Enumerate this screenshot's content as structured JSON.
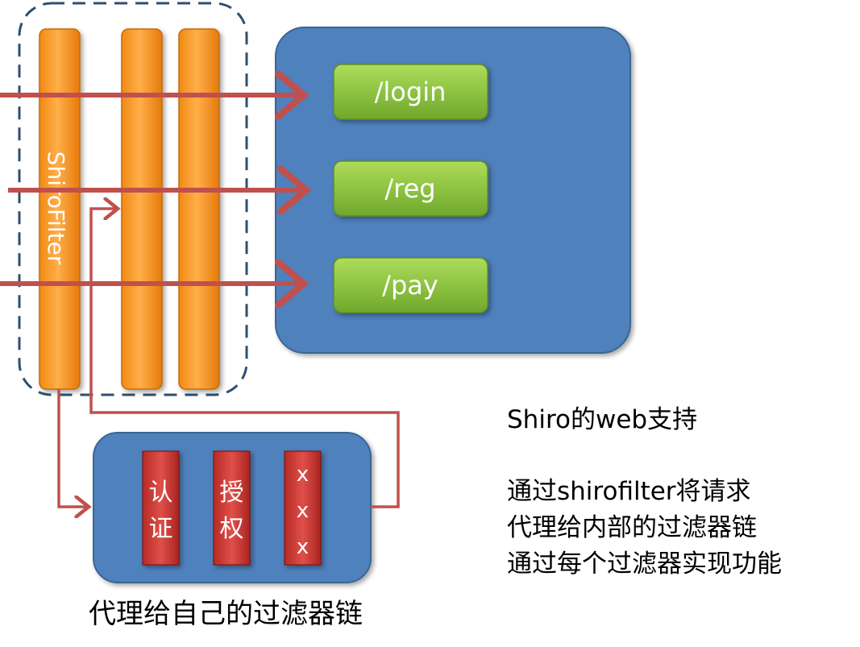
{
  "filter_chain": {
    "shiro_filter_label": "ShiroFilter"
  },
  "routes": [
    "/login",
    "/reg",
    "/pay"
  ],
  "inner_chain": {
    "filters": [
      {
        "lines": [
          "认",
          "证"
        ]
      },
      {
        "lines": [
          "授",
          "权"
        ]
      },
      {
        "lines": [
          "x",
          "x",
          "x"
        ]
      }
    ],
    "caption": "代理给自己的过滤器链"
  },
  "description": {
    "title": "Shiro的web支持",
    "lines": [
      "通过shirofilter将请求",
      "代理给内部的过滤器链",
      "通过每个过滤器实现功能"
    ]
  },
  "colors": {
    "orange": "#f7931e",
    "blue_box": "#4f81bd",
    "green": "#8dc63f",
    "red_filter": "#c0392b",
    "arrow": "#c0504d"
  }
}
